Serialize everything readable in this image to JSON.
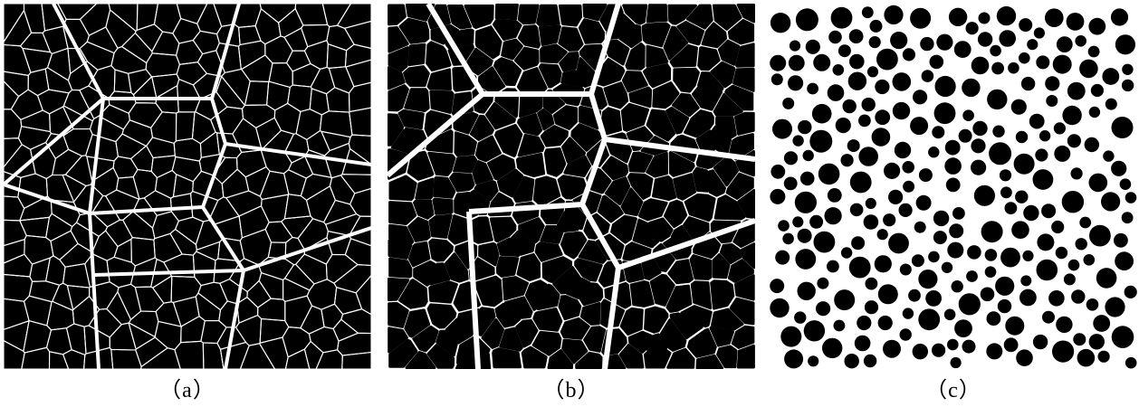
{
  "figure": {
    "panels": [
      {
        "id": "a",
        "caption": "（a）",
        "kind": "polygonal cell network, hierarchical (major and minor walls)"
      },
      {
        "id": "b",
        "caption": "（b）",
        "kind": "rounded polygonal particles packed"
      },
      {
        "id": "c",
        "caption": "（c）",
        "kind": "random packing of circular particles"
      }
    ],
    "colors": {
      "foreground": "#000000",
      "background": "#ffffff"
    }
  }
}
